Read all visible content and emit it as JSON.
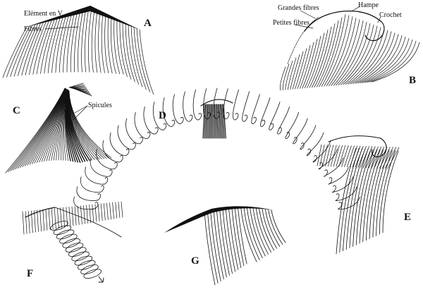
{
  "figure": {
    "panels": {
      "A": {
        "letter": "A",
        "labels": {
          "v_element": "Elément en V",
          "fibers": "Fibres"
        }
      },
      "B": {
        "letter": "B",
        "labels": {
          "large_fibers": "Grandes fibres",
          "shaft": "Hampe",
          "small_fibers": "Petites fibres",
          "hook": "Crochet"
        }
      },
      "C": {
        "letter": "C",
        "labels": {
          "spicules": "Spicules"
        }
      },
      "D": {
        "letter": "D"
      },
      "E": {
        "letter": "E"
      },
      "F": {
        "letter": "F"
      },
      "G": {
        "letter": "G"
      }
    }
  }
}
